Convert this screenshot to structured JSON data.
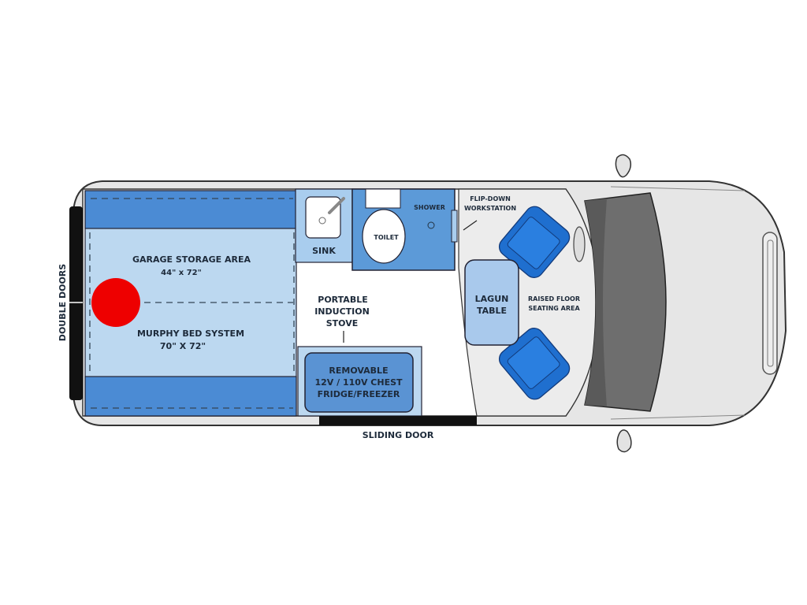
{
  "plan": {
    "double_doors": "DOUBLE DOORS",
    "garage_storage": {
      "title": "GARAGE STORAGE AREA",
      "dims": "44\" x 72\""
    },
    "murphy_bed": {
      "title": "MURPHY BED SYSTEM",
      "dims": "70\" X 72\""
    },
    "sink": "SINK",
    "toilet": "TOILET",
    "shower": "SHOWER",
    "workstation": [
      "FLIP-DOWN",
      "WORKSTATION"
    ],
    "stove": [
      "PORTABLE",
      "INDUCTION",
      "STOVE"
    ],
    "fridge": [
      "REMOVABLE",
      "12V / 110V CHEST",
      "FRIDGE/FREEZER"
    ],
    "table": [
      "LAGUN",
      "TABLE"
    ],
    "seating": [
      "RAISED FLOOR",
      "SEATING AREA"
    ],
    "sliding_door": "SLIDING DOOR"
  },
  "colors": {
    "dark_blue": "#4b8bd4",
    "light_blue": "#bcd8f0",
    "seat_blue": "#1f6fcf",
    "marker_red": "#ee0000",
    "van_body": "#e6e6e6"
  }
}
